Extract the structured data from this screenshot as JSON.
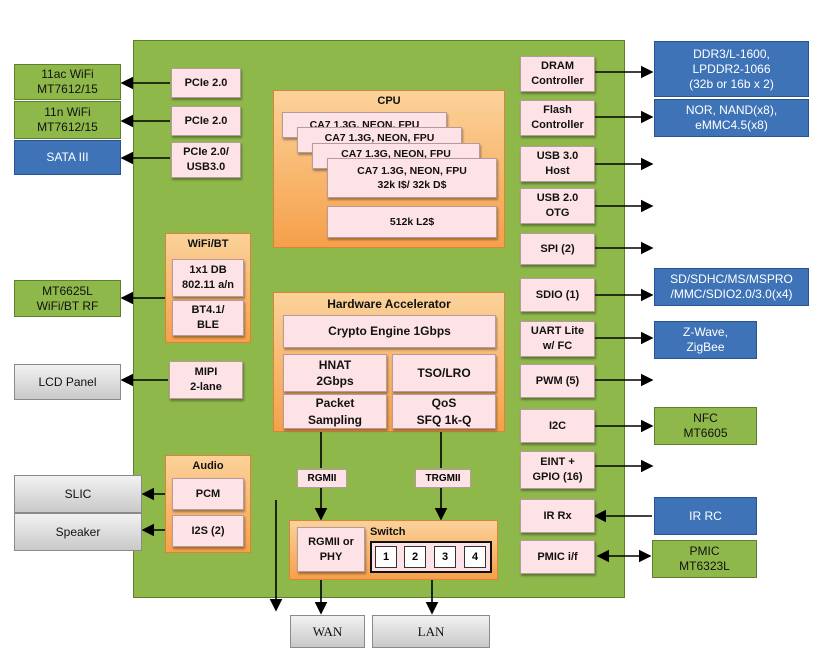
{
  "colors": {
    "soc_green": "#8fb84b",
    "ext_blue": "#3f73b8",
    "block_pink": "#fde3e6",
    "group_orange": "#f6a04a"
  },
  "left_externals": {
    "wifi_11ac": "11ac WiFi\nMT7612/15",
    "wifi_11n": "11n WiFi\nMT7612/15",
    "sata": "SATA III",
    "mt6625l": "MT6625L\nWiFi/BT RF",
    "lcd": "LCD Panel",
    "slic": "SLIC",
    "speaker": "Speaker"
  },
  "left_blocks": {
    "pcie1": "PCIe 2.0",
    "pcie2": "PCIe 2.0",
    "pcie3": "PCIe 2.0/\nUSB3.0",
    "wifibt_title": "WiFi/BT",
    "wifi_db": "1x1 DB\n802.11 a/n",
    "bt": "BT4.1/\nBLE",
    "mipi": "MIPI\n2-lane",
    "audio_title": "Audio",
    "pcm": "PCM",
    "i2s": "I2S (2)"
  },
  "cpu": {
    "title": "CPU",
    "cores": [
      "CA7 1.3G, NEON, FPU",
      "CA7 1.3G, NEON, FPU",
      "CA7 1.3G, NEON, FPU",
      "CA7 1.3G, NEON, FPU"
    ],
    "cache": "32k I$/ 32k D$",
    "l2": "512k L2$"
  },
  "hw_accel": {
    "title": "Hardware Accelerator",
    "crypto": "Crypto Engine 1Gbps",
    "hnat": "HNAT\n2Gbps",
    "tso": "TSO/LRO",
    "packet": "Packet\nSampling",
    "qos": "QoS\nSFQ 1k-Q"
  },
  "interfaces": {
    "rgmii": "RGMII",
    "trgmii": "TRGMII"
  },
  "switch": {
    "rgmii_phy": "RGMII or\nPHY",
    "title": "Switch",
    "ports": [
      "1",
      "2",
      "3",
      "4"
    ]
  },
  "bottom": {
    "wan": "WAN",
    "lan": "LAN"
  },
  "right_blocks": {
    "dram": "DRAM\nController",
    "flash": "Flash\nController",
    "usb3": "USB 3.0\nHost",
    "usb2": "USB 2.0\nOTG",
    "spi": "SPI (2)",
    "sdio": "SDIO (1)",
    "uart": "UART Lite\nw/ FC",
    "pwm": "PWM (5)",
    "i2c": "I2C",
    "eint": "EINT +\nGPIO (16)",
    "irrx": "IR Rx",
    "pmic": "PMIC i/f"
  },
  "right_externals": {
    "ddr": "DDR3/L-1600,\nLPDDR2-1066\n(32b or 16b x 2)",
    "nor": "NOR, NAND(x8),\neMMC4.5(x8)",
    "sd": "SD/SDHC/MS/MSPRO\n/MMC/SDIO2.0/3.0(x4)",
    "zwave": "Z-Wave,\nZigBee",
    "nfc": "NFC\nMT6605",
    "irrc": "IR RC",
    "pmic_ext": "PMIC\nMT6323L"
  }
}
